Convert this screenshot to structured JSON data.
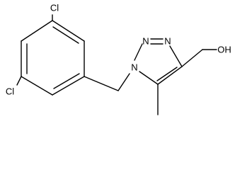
{
  "molecule": {
    "atoms": {
      "cl_top": "Cl",
      "cl_bottom": "Cl",
      "n1": "N",
      "n2": "N",
      "n3": "N",
      "oh": "OH"
    }
  },
  "colors": {
    "bond": "#000000",
    "background": "#ffffff"
  }
}
